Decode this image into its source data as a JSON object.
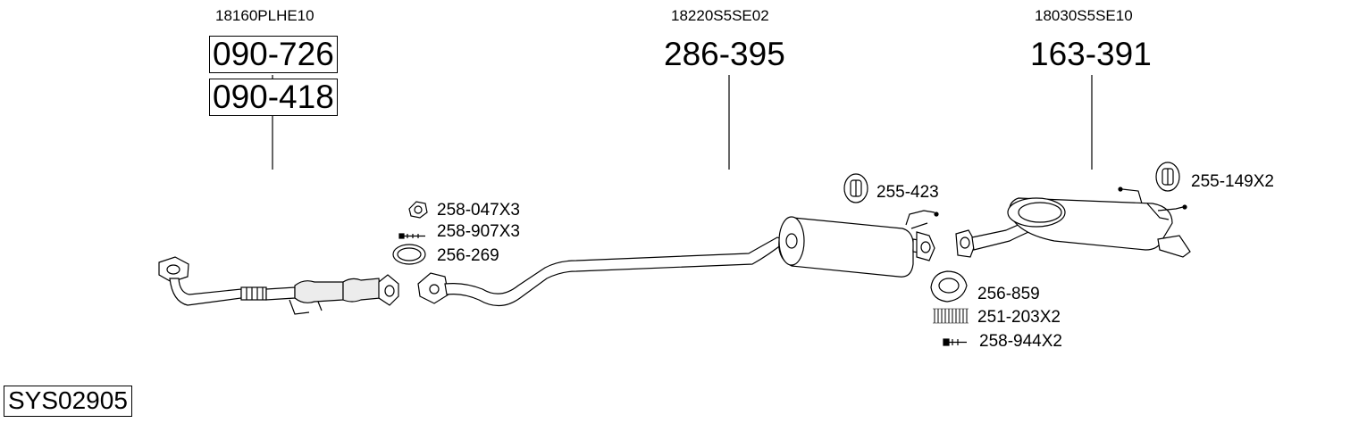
{
  "system_code": "SYS02905",
  "columns": [
    {
      "oem": "18160PLHE10",
      "parts": [
        "090-726",
        "090-418"
      ]
    },
    {
      "oem": "18220S5SE02",
      "parts": [
        "286-395"
      ]
    },
    {
      "oem": "18030S5SE10",
      "parts": [
        "163-391"
      ]
    }
  ],
  "fittings": [
    {
      "code": "258-047X3",
      "icon": "nut-icon"
    },
    {
      "code": "258-907X3",
      "icon": "bolt-icon"
    },
    {
      "code": "256-269",
      "icon": "gasket-ring-icon"
    },
    {
      "code": "255-423",
      "icon": "rubber-hanger-icon"
    },
    {
      "code": "255-149X2",
      "icon": "rubber-hanger-icon"
    },
    {
      "code": "256-859",
      "icon": "cone-gasket-icon"
    },
    {
      "code": "251-203X2",
      "icon": "spring-icon"
    },
    {
      "code": "258-944X2",
      "icon": "bolt-icon"
    }
  ],
  "colors": {
    "line": "#000000",
    "part_fill": "#ffffff",
    "shade": "#d9d9d9"
  }
}
